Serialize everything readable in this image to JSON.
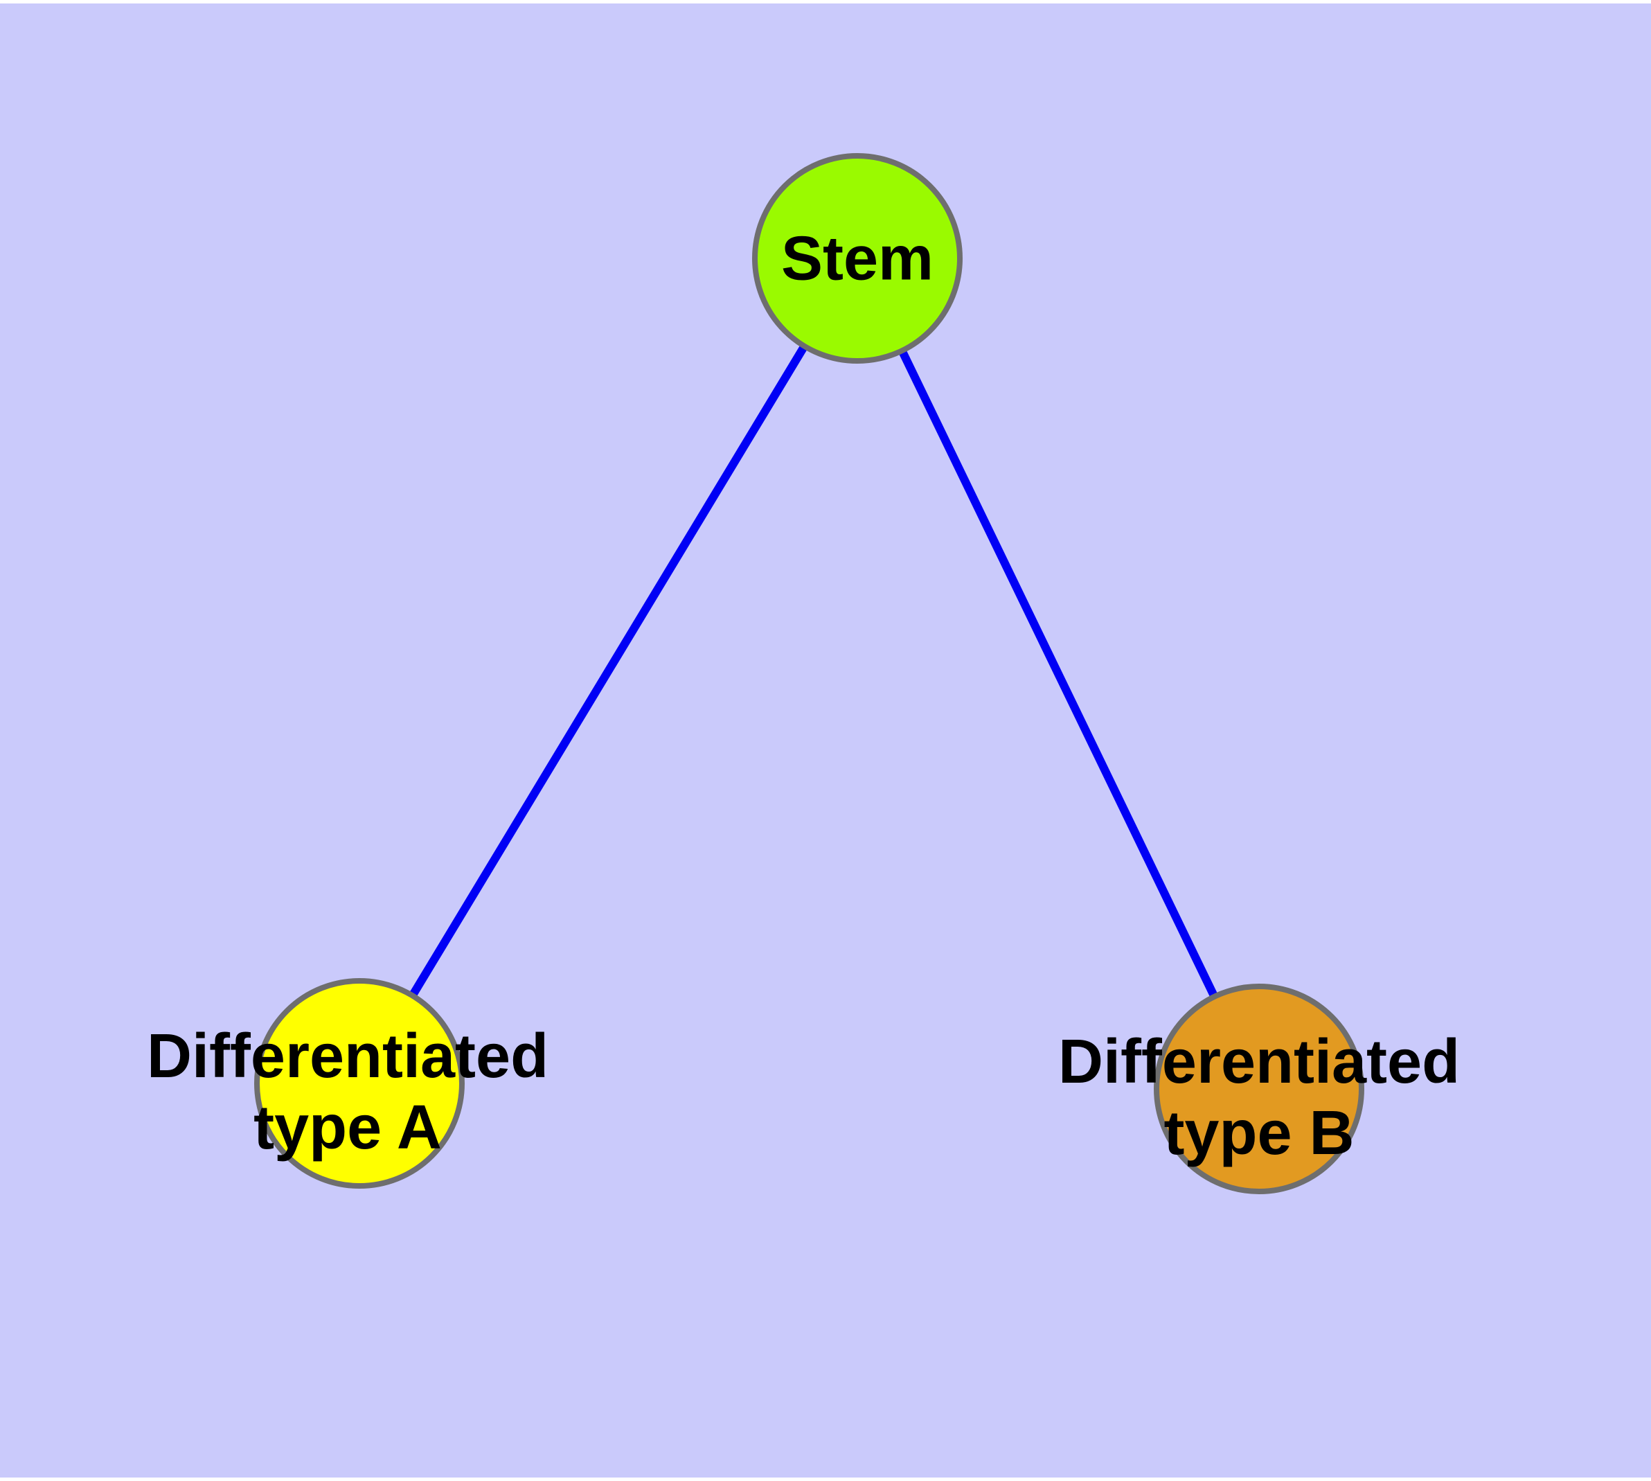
{
  "page": {
    "background_color": "#FFFFFF",
    "canvas_color": "#CACAFB"
  },
  "diagram": {
    "type": "node-link graph",
    "text_color": "#000000",
    "node_border_color": "#6E6E6E",
    "edge_color": "#0000F5",
    "nodes": {
      "stem": {
        "label": "Stem",
        "fill": "#9AFA00"
      },
      "type_a": {
        "label_line1": "Differentiated",
        "label_line2": "type A",
        "fill": "#FFFF00"
      },
      "type_b": {
        "label_line1": "Differentiated",
        "label_line2": "type B",
        "fill": "#E29A21"
      }
    },
    "edges": [
      {
        "from": "Stem",
        "to": "Differentiated type A"
      },
      {
        "from": "Stem",
        "to": "Differentiated type B"
      }
    ]
  }
}
